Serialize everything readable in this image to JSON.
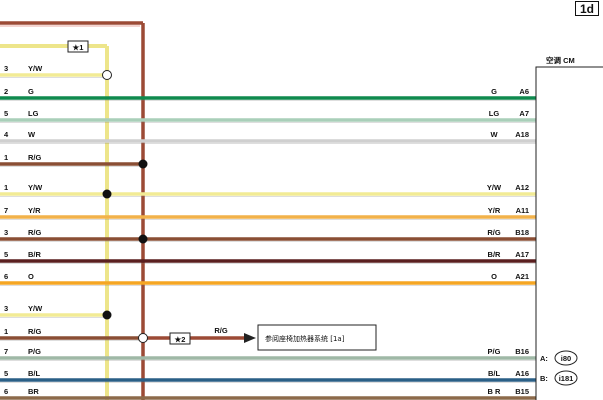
{
  "page_id": "1d",
  "cm_label": "空调 CM",
  "connectors": [
    {
      "key": "A:",
      "code": "i80"
    },
    {
      "key": "B:",
      "code": "i181"
    }
  ],
  "notes": {
    "star1": "★1",
    "star2": "★2"
  },
  "reference": {
    "wire_color": "R/G",
    "text": "参阅座椅加热器系统 [1a]"
  },
  "wires": [
    {
      "pin": "3",
      "color": "Y/W",
      "hex": "#f2eb95",
      "right_color": "",
      "right_pin": ""
    },
    {
      "pin": "2",
      "color": "G",
      "hex": "#0f8a4e",
      "right_color": "G",
      "right_pin": "A6"
    },
    {
      "pin": "5",
      "color": "LG",
      "hex": "#a9cfb9",
      "right_color": "LG",
      "right_pin": "A7"
    },
    {
      "pin": "4",
      "color": "W",
      "hex": "#cfcfcf",
      "right_color": "W",
      "right_pin": "A18"
    },
    {
      "pin": "1",
      "color": "R/G",
      "hex": "#8a4e34",
      "right_color": "",
      "right_pin": ""
    },
    {
      "pin": "1",
      "color": "Y/W",
      "hex": "#f2eb95",
      "right_color": "Y/W",
      "right_pin": "A12"
    },
    {
      "pin": "7",
      "color": "Y/R",
      "hex": "#f2b24a",
      "right_color": "Y/R",
      "right_pin": "A11"
    },
    {
      "pin": "3",
      "color": "R/G",
      "hex": "#8a4e34",
      "right_color": "R/G",
      "right_pin": "B18"
    },
    {
      "pin": "5",
      "color": "B/R",
      "hex": "#5a1f1f",
      "right_color": "B/R",
      "right_pin": "A17"
    },
    {
      "pin": "6",
      "color": "O",
      "hex": "#f5a623",
      "right_color": "O",
      "right_pin": "A21"
    },
    {
      "pin": "3",
      "color": "Y/W",
      "hex": "#f2eb95",
      "right_color": "",
      "right_pin": ""
    },
    {
      "pin": "1",
      "color": "R/G",
      "hex": "#8a4e34",
      "right_color": "",
      "right_pin": ""
    },
    {
      "pin": "7",
      "color": "P/G",
      "hex": "#9fb8a6",
      "right_color": "P/G",
      "right_pin": "B16"
    },
    {
      "pin": "5",
      "color": "B/L",
      "hex": "#2a5f86",
      "right_color": "B/L",
      "right_pin": "A16"
    },
    {
      "pin": "6",
      "color": "BR",
      "hex": "#8c6a4a",
      "right_color": "B R",
      "right_pin": "B15"
    }
  ],
  "bus_colors": {
    "red_green": "#9c4a35",
    "yellow": "#ede58a"
  }
}
